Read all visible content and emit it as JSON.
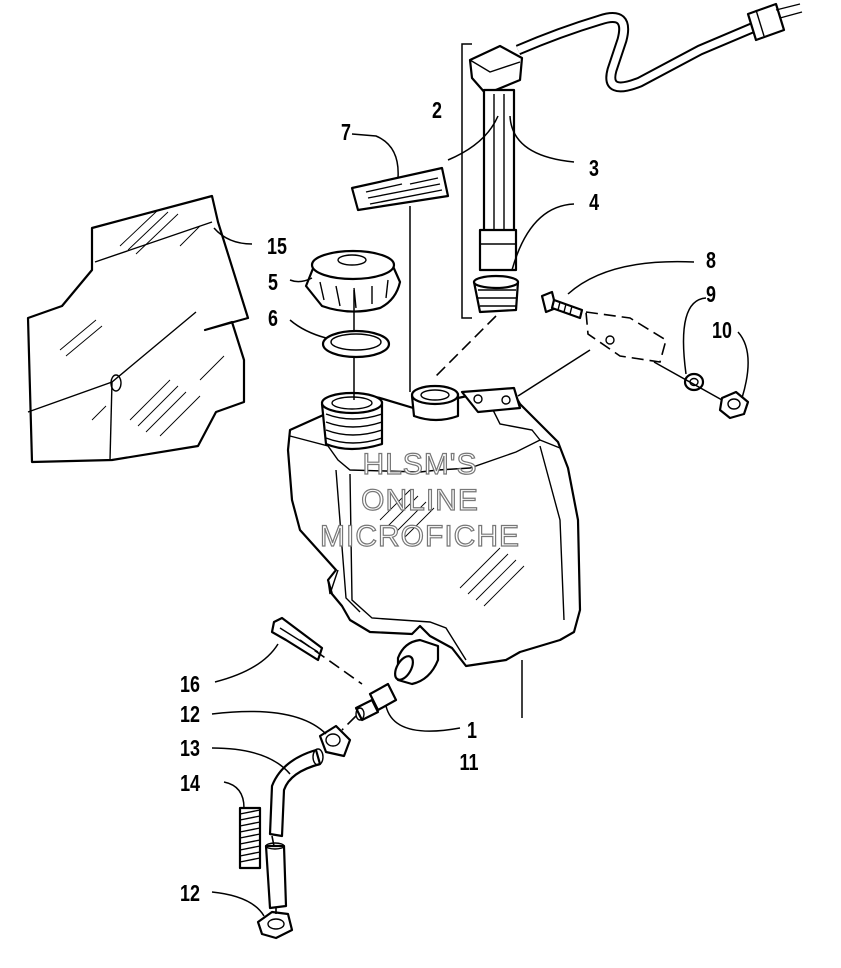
{
  "callouts": {
    "c1": "1",
    "c2": "2",
    "c3": "3",
    "c4": "4",
    "c5": "5",
    "c6": "6",
    "c7": "7",
    "c8": "8",
    "c9": "9",
    "c10": "10",
    "c11": "11",
    "c12a": "12",
    "c12b": "12",
    "c13": "13",
    "c14": "14",
    "c15": "15",
    "c16": "16"
  },
  "watermark": {
    "line1": "HLSM'S",
    "line2": "ONLINE",
    "line3": "MICROFICHE"
  }
}
